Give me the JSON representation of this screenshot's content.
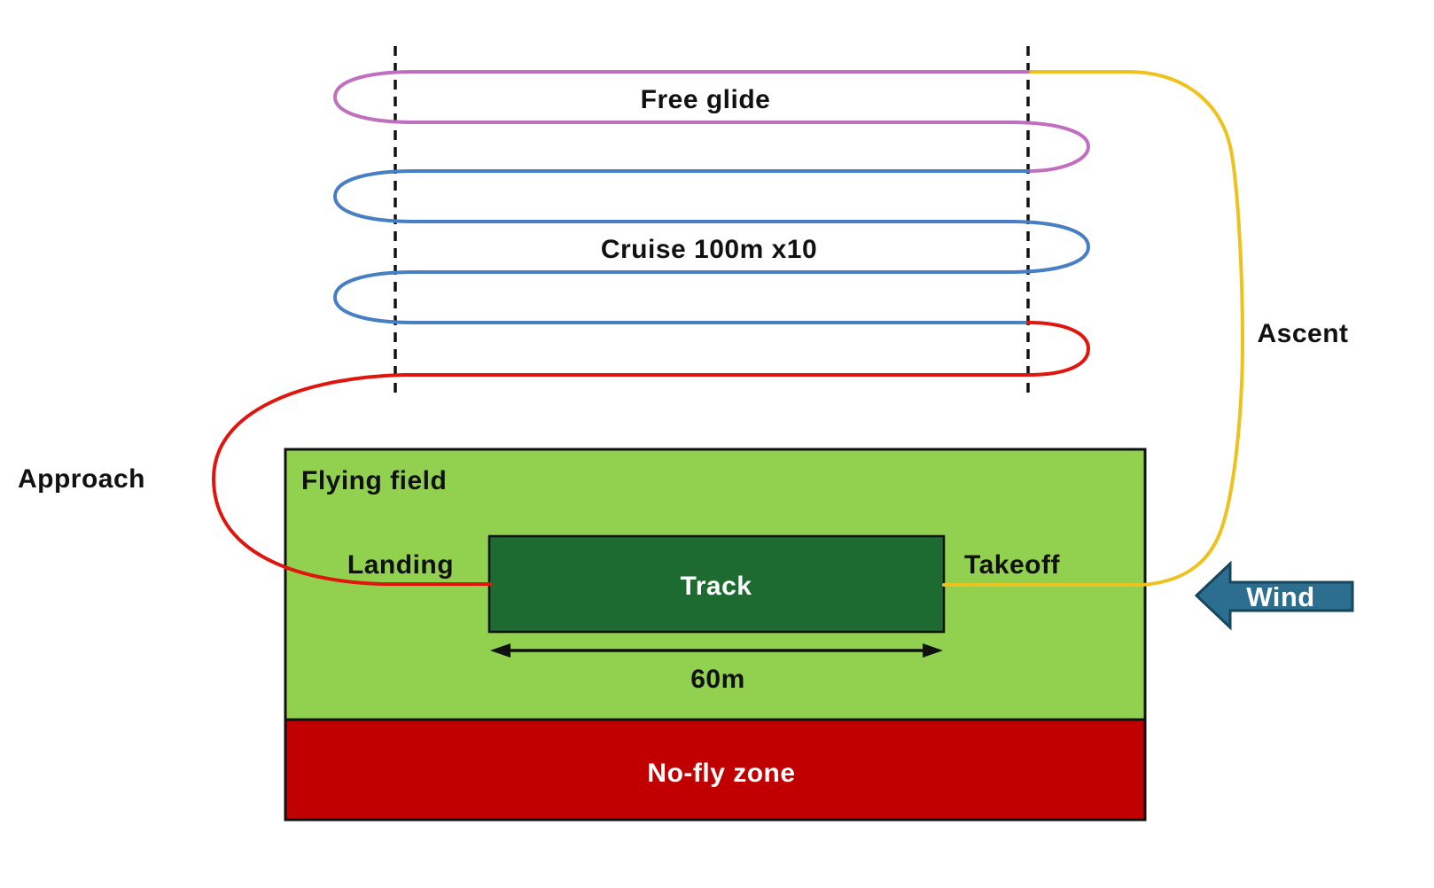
{
  "labels": {
    "free_glide": "Free glide",
    "cruise": "Cruise 100m x10",
    "ascent": "Ascent",
    "approach": "Approach",
    "wind": "Wind",
    "flying_field": "Flying field",
    "landing": "Landing",
    "takeoff": "Takeoff",
    "track": "Track",
    "track_length": "60m",
    "no_fly_zone": "No-fly zone"
  },
  "colors": {
    "background": "#ffffff",
    "free_glide_path": "#c06ec0",
    "cruise_path": "#477fc4",
    "approach_path": "#e0150e",
    "ascent_path": "#eec21e",
    "turnaround_dashed_line": "#111111",
    "field_green": "#92d050",
    "track_green": "#1e6b31",
    "no_fly_red": "#c00000",
    "wind_arrow_fill": "#2b6e90",
    "wind_arrow_border": "#17455c",
    "outline": "#111111",
    "label_text": "#111111",
    "label_text_on_fill": "#ffffff"
  }
}
